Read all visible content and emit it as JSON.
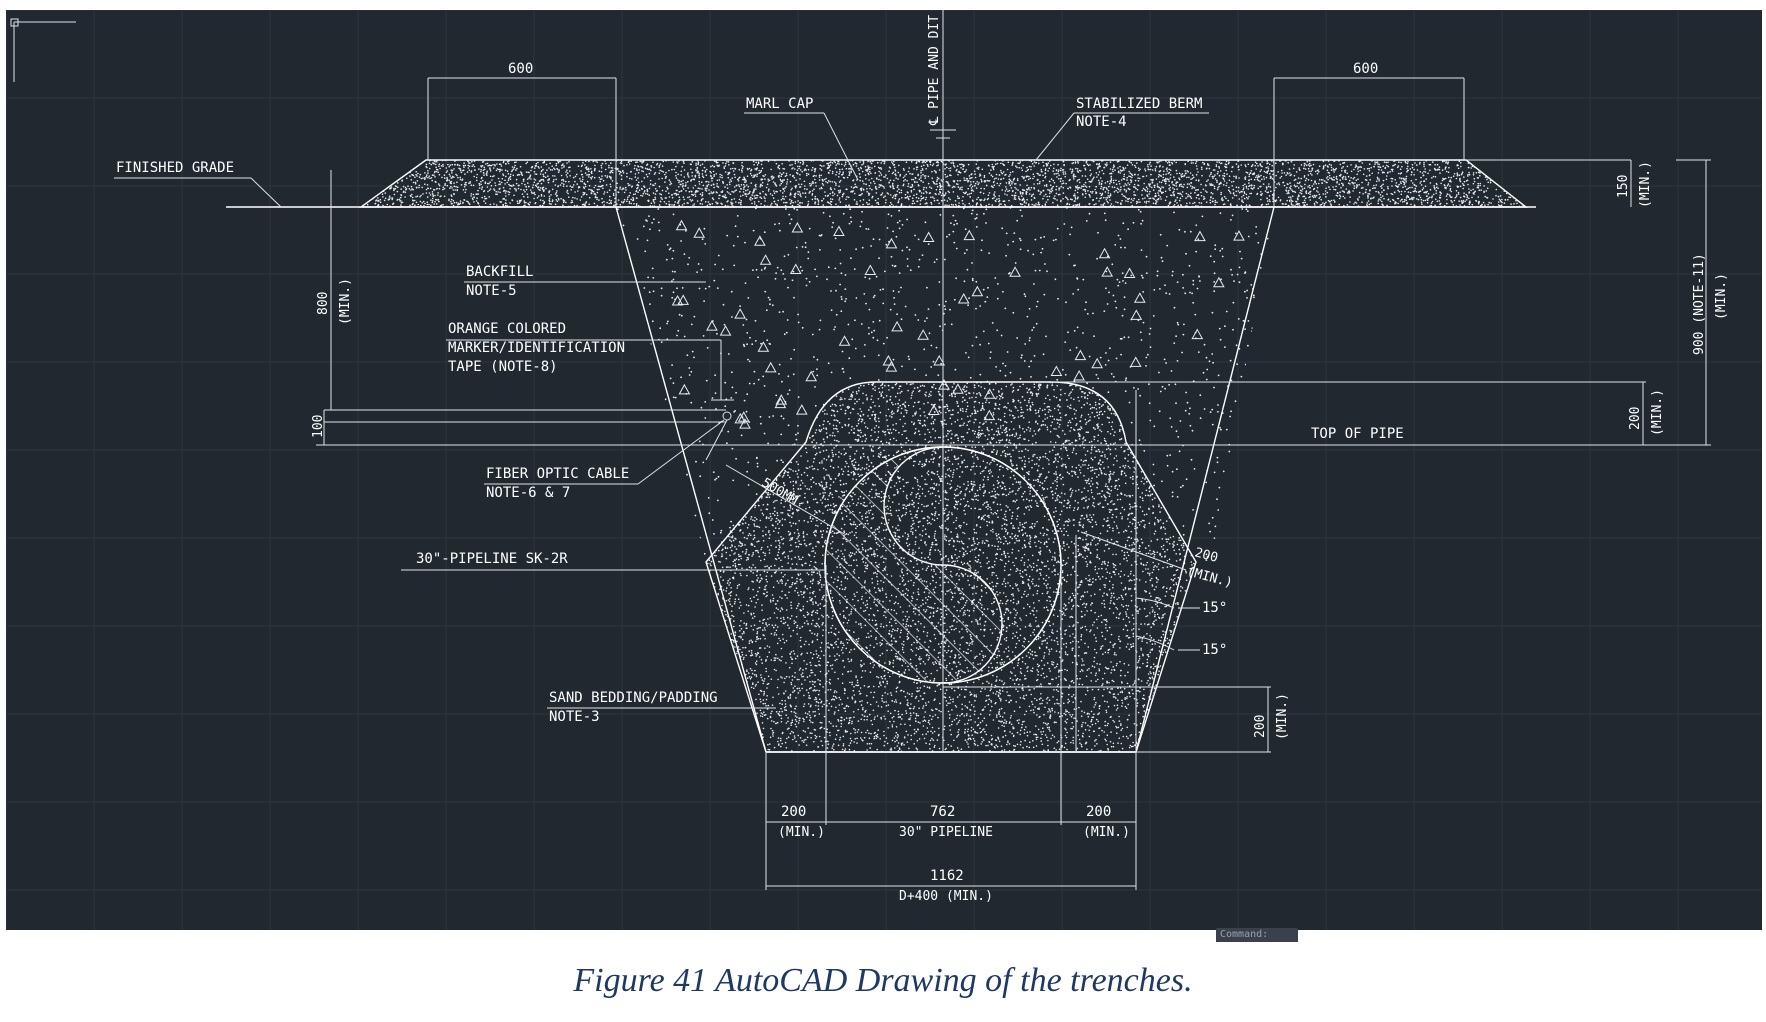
{
  "drawing": {
    "labels": {
      "top_width_left": "600",
      "top_width_right": "600",
      "marl_cap": "MARL CAP",
      "centerline": "℄ PIPE AND DIT",
      "stabilized_berm": "STABILIZED BERM",
      "stabilized_berm_note": "NOTE-4",
      "finished_grade": "FINISHED GRADE",
      "berm_depth": "150",
      "berm_depth_min": "(MIN.)",
      "backfill": "BACKFILL",
      "backfill_note": "NOTE-5",
      "depth_800": "800",
      "depth_800_min": "(MIN.)",
      "orange_tape_1": "ORANGE COLORED",
      "orange_tape_2": "MARKER/IDENTIFICATION",
      "orange_tape_3": "TAPE (NOTE-8)",
      "depth_900": "900 (NOTE-11)",
      "depth_900_min": "(MIN.)",
      "depth_100": "100",
      "top_cover_200": "200",
      "top_cover_200_min": "(MIN.)",
      "top_of_pipe": "TOP OF PIPE",
      "fiber_optic": "FIBER OPTIC CABLE",
      "fiber_optic_note": "NOTE-6 & 7",
      "offset_500": "500MM",
      "side_200": "200",
      "side_200_min": "(MIN.)",
      "pipeline": "30\"-PIPELINE SK-2R",
      "angle_1": "15°",
      "angle_2": "15°",
      "sand_bedding": "SAND BEDDING/PADDING",
      "sand_bedding_note": "NOTE-3",
      "bedding_200": "200",
      "bedding_200_min": "(MIN.)",
      "bottom_left_200": "200",
      "bottom_left_200_min": "(MIN.)",
      "pipe_762": "762",
      "pipe_762_label": "30\" PIPELINE",
      "bottom_right_200": "200",
      "bottom_right_200_min": "(MIN.)",
      "total_1162": "1162",
      "total_1162_label": "D+400 (MIN.)"
    },
    "command_tab": "Command:",
    "colors": {
      "background": "#212830",
      "line": "#ffffff",
      "caption": "#1f3864"
    }
  },
  "caption": "Figure 41 AutoCAD Drawing of the trenches."
}
